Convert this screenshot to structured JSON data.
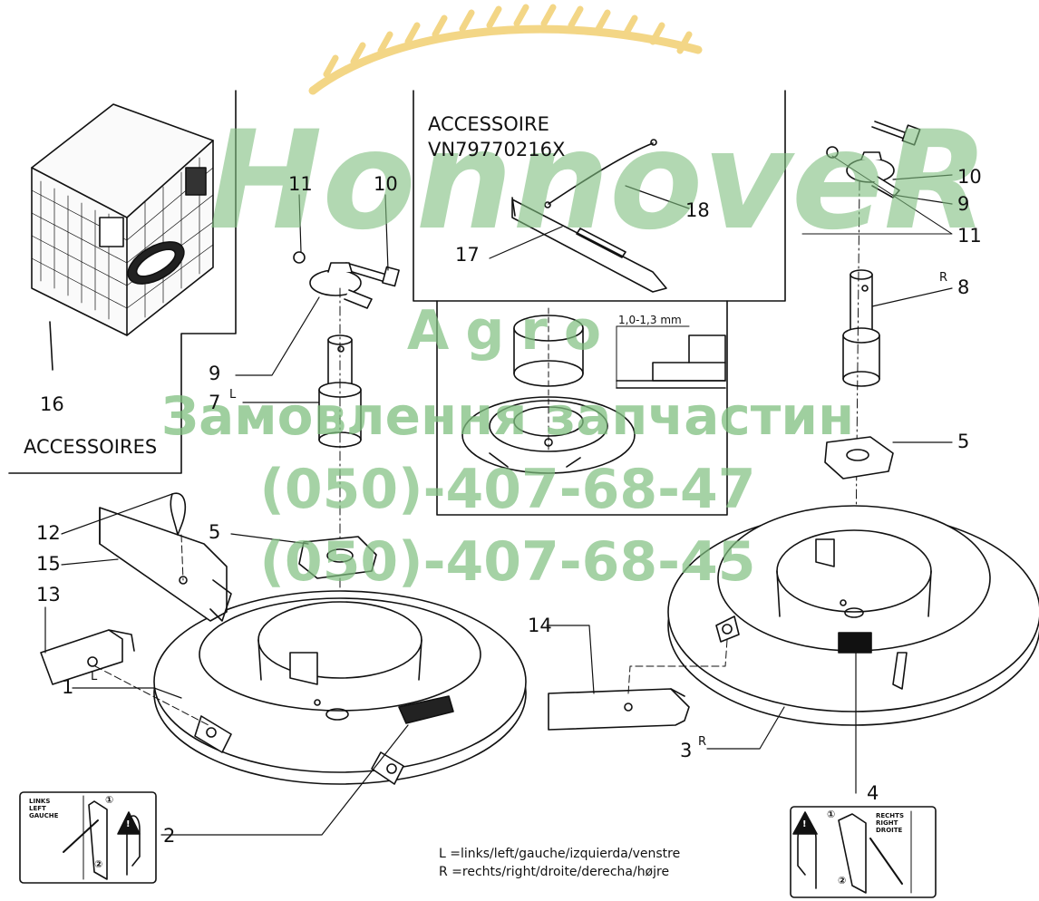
{
  "watermark": {
    "brand": "HonnoveR",
    "sub": "Agro",
    "order_text": "Замовлення запчастин",
    "phone_1": "(050)-407-68-47",
    "phone_2": "(050)-407-68-45",
    "brand_color": "#7fbf7f",
    "wheat_color": "#f2d27a"
  },
  "accessory_boxes": {
    "left_title": "ACCESSOIRES",
    "right_title_line1": "ACCESSOIRE",
    "right_title_line2": "VN79770216X",
    "dimension": "1,0-1,3  mm"
  },
  "callouts": {
    "n1": "1",
    "n1_side": "L",
    "n2": "2",
    "n3": "3",
    "n3_side": "R",
    "n4": "4",
    "n5_left": "5",
    "n5_right": "5",
    "n7": "7",
    "n7_side": "L",
    "n8": "8",
    "n8_side": "R",
    "n9_left": "9",
    "n9_right": "9",
    "n10_left": "10",
    "n10_right": "10",
    "n11_left": "11",
    "n11_right": "11",
    "n12": "12",
    "n13": "13",
    "n14": "14",
    "n15": "15",
    "n16": "16",
    "n17": "17",
    "n18": "18"
  },
  "decals": {
    "left_text": "LINKS\nLEFT\nGAUCHE",
    "right_text": "RECHTS\nRIGHT\nDROITE",
    "step_1": "①",
    "step_2": "②",
    "warning": "!"
  },
  "legend": {
    "left_line": "L  =links/left/gauche/izquierda/venstre",
    "right_line": "R  =rechts/right/droite/derecha/højre"
  }
}
